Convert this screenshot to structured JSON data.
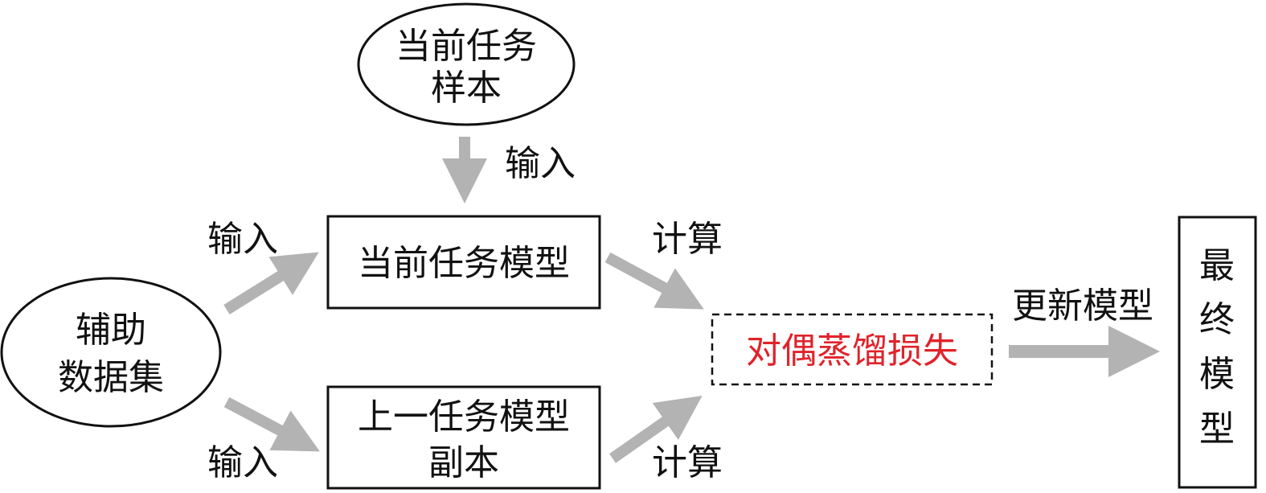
{
  "nodes": {
    "current_samples": [
      "当前任务",
      "样本"
    ],
    "aux_dataset": [
      "辅助",
      "数据集"
    ],
    "current_model": "当前任务模型",
    "prev_model_copy": [
      "上一任务模型",
      "副本"
    ],
    "dual_distill_loss": "对偶蒸馏损失",
    "final_model": [
      "最",
      "终",
      "模",
      "型"
    ]
  },
  "edges": {
    "input_top": "输入",
    "input_aux_to_current": "输入",
    "input_aux_to_prev": "输入",
    "compute_current": "计算",
    "compute_prev": "计算",
    "update_model": "更新模型"
  },
  "colors": {
    "arrow": "#b3b3b3",
    "loss_text": "#e0232b",
    "stroke": "#111111"
  }
}
